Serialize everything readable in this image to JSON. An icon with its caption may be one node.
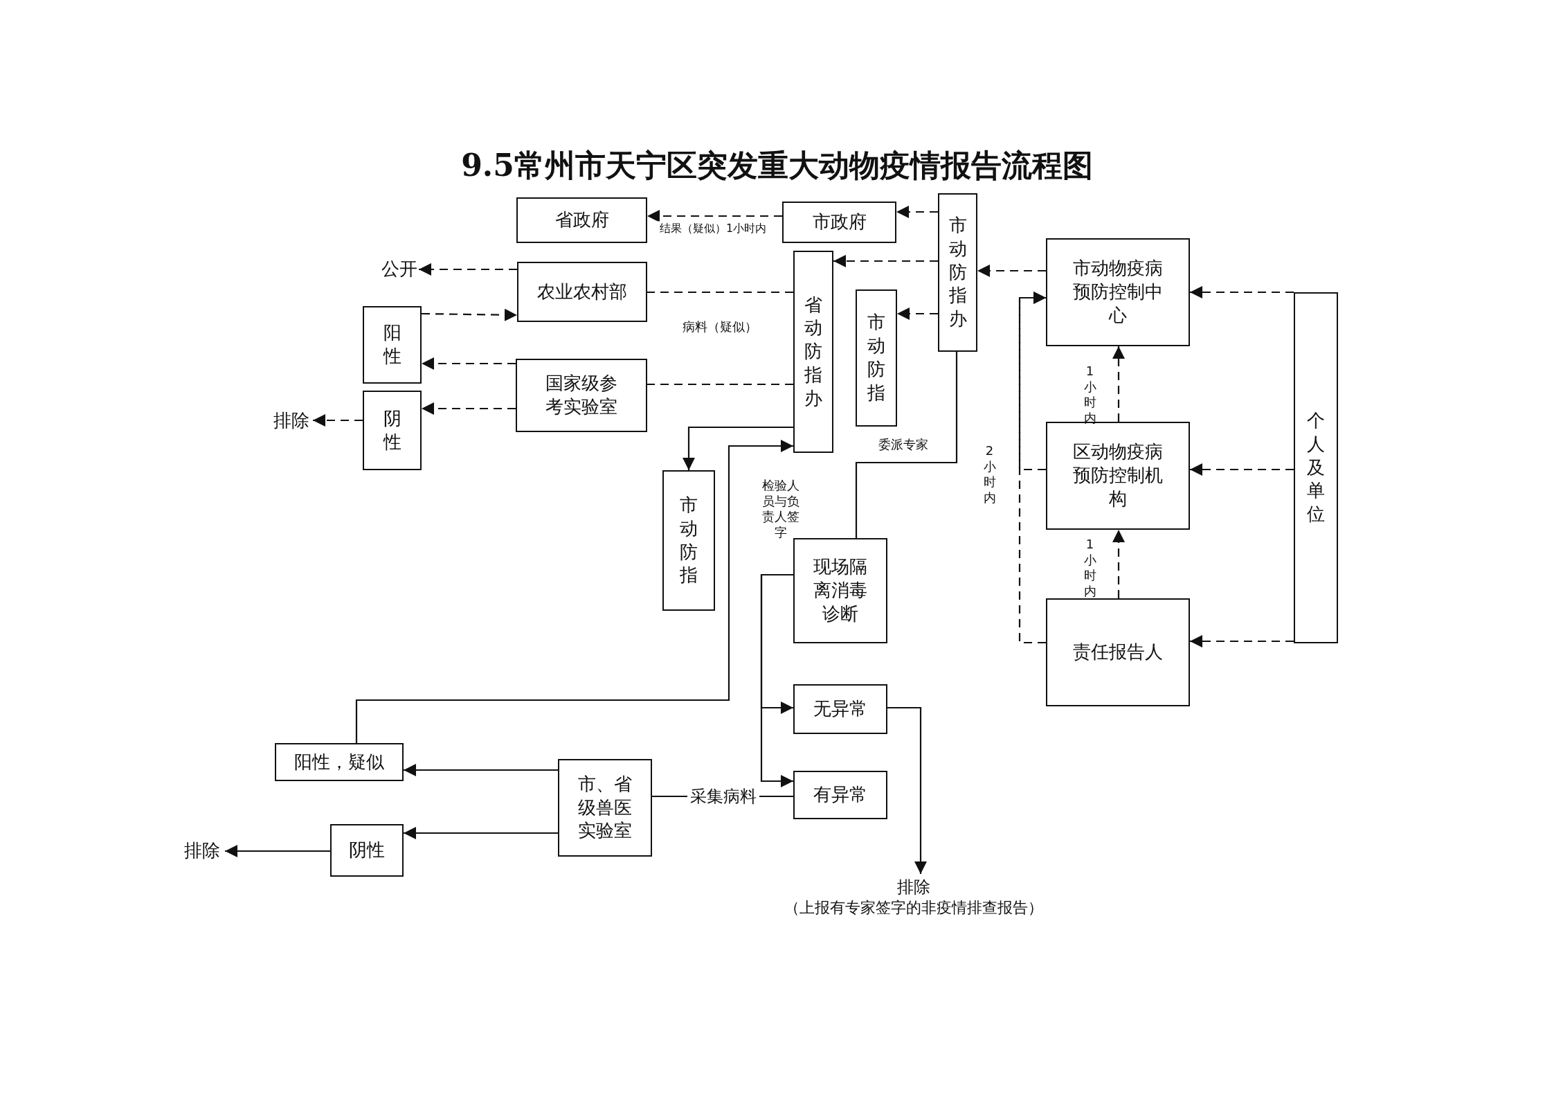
{
  "diagram": {
    "title": "9.5常州市天宁区突发重大动物疫情报告流程图",
    "nodes": [
      {
        "text": [
          "省政府"
        ]
      },
      {
        "text": [
          "市政府"
        ]
      },
      {
        "text": [
          "市动防指办"
        ]
      },
      {
        "text": [
          "农业农村部"
        ]
      },
      {
        "text": [
          "省动防指办"
        ]
      },
      {
        "text": [
          "市动防指"
        ]
      },
      {
        "text": [
          "公开"
        ]
      },
      {
        "text": [
          "阳性"
        ]
      },
      {
        "text": [
          "国家级参考实验室"
        ]
      },
      {
        "text": [
          "阴性"
        ]
      },
      {
        "text": [
          "排除"
        ]
      },
      {
        "text": [
          "市动物疫病预防控制中心"
        ]
      },
      {
        "text": [
          "区动物疫病预防控制机构"
        ]
      },
      {
        "text": [
          "责任报告人"
        ]
      },
      {
        "text": [
          "个人及单位"
        ]
      },
      {
        "text": [
          "市动防指"
        ]
      },
      {
        "text": [
          "现场隔离消毒诊断"
        ]
      },
      {
        "text": [
          "无异常"
        ]
      },
      {
        "text": [
          "有异常"
        ]
      },
      {
        "text": [
          "市、省级兽医实验室"
        ]
      },
      {
        "text": [
          "阳性，疑似"
        ]
      },
      {
        "text": [
          "阴性"
        ]
      },
      {
        "text": [
          "排除"
        ]
      },
      {
        "text": [
          "排除",
          "（上报有专家签字的非疫情排查报告）"
        ]
      }
    ],
    "edges": [
      {
        "from": 2,
        "to": 1,
        "arrow": "to",
        "style": "dashed"
      },
      {
        "from": 1,
        "to": 0,
        "arrow": "to",
        "style": "dashed",
        "label": "结果（疑似）1小时内"
      },
      {
        "from": 2,
        "to": 4,
        "arrow": "to",
        "style": "dashed"
      },
      {
        "from": 2,
        "to": 5,
        "arrow": "to",
        "style": "dashed"
      },
      {
        "from": 4,
        "to": 3,
        "arrow": "none",
        "style": "dashed"
      },
      {
        "from": 4,
        "to": 8,
        "arrow": "none",
        "style": "dashed"
      },
      {
        "from": 3,
        "to": 6,
        "arrow": "to",
        "style": "dashed"
      },
      {
        "from": 7,
        "to": 3,
        "arrow": "to",
        "style": "dashed"
      },
      {
        "from": 8,
        "to": 7,
        "arrow": "to",
        "style": "dashed"
      },
      {
        "from": 8,
        "to": 9,
        "arrow": "to",
        "style": "dashed"
      },
      {
        "from": 9,
        "to": 10,
        "arrow": "to",
        "style": "dashed"
      },
      {
        "from": 11,
        "to": 2,
        "arrow": "to",
        "style": "dashed"
      },
      {
        "from": 12,
        "to": 11,
        "arrow": "to",
        "style": "dashed"
      },
      {
        "from": 13,
        "to": 12,
        "arrow": "to",
        "style": "dashed"
      },
      {
        "from": 13,
        "to": 11,
        "arrow": "to",
        "style": "dashed"
      },
      {
        "from": 12,
        "to": 11,
        "arrow": "to",
        "style": "dashed"
      },
      {
        "from": 14,
        "to": 11,
        "arrow": "to",
        "style": "dashed"
      },
      {
        "from": 14,
        "to": 12,
        "arrow": "to",
        "style": "dashed"
      },
      {
        "from": 14,
        "to": 13,
        "arrow": "to",
        "style": "dashed"
      },
      {
        "from": 2,
        "to": 16,
        "arrow": "none"
      },
      {
        "from": 4,
        "to": 15,
        "arrow": "to"
      },
      {
        "from": 20,
        "to": 4,
        "arrow": "to"
      },
      {
        "from": 16,
        "to": 17,
        "arrow": "to"
      },
      {
        "from": 16,
        "to": 18,
        "arrow": "to"
      },
      {
        "from": 17,
        "to": 23,
        "arrow": "to"
      },
      {
        "from": 18,
        "to": 19,
        "arrow": "none",
        "label": "采集病料"
      },
      {
        "from": 19,
        "to": 20,
        "arrow": "to"
      },
      {
        "from": 19,
        "to": 21,
        "arrow": "to"
      },
      {
        "from": 21,
        "to": 22,
        "arrow": "to"
      }
    ],
    "labels": [
      "病料（疑似）",
      "委派专家",
      "检验人员与负责人签字",
      "1小时内",
      "1小时内",
      "2小时内"
    ]
  }
}
